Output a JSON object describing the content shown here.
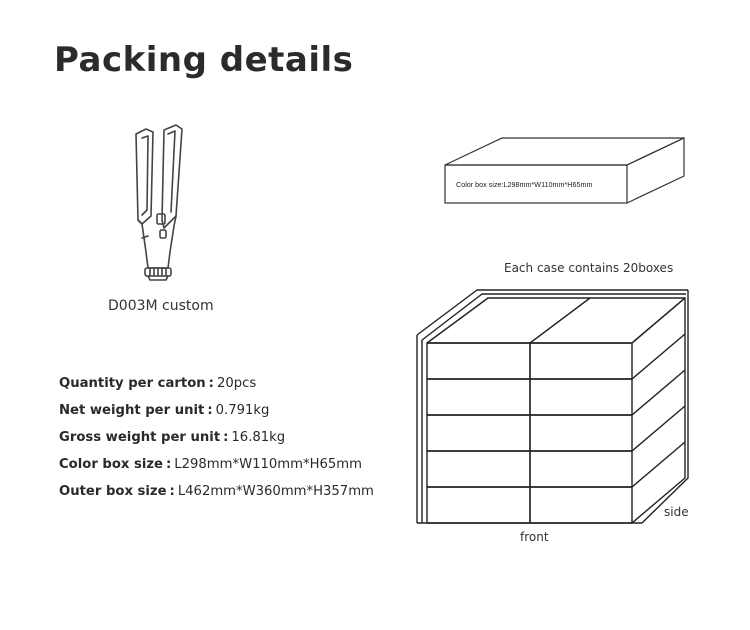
{
  "title": "Packing details",
  "product": {
    "label": "D003M custom",
    "icon": "hair-straightener-icon"
  },
  "color_box": {
    "label": "Color box size:L298mm*W110mm*H65mm"
  },
  "case": {
    "caption": "Each case contains 20boxes",
    "front_label": "front",
    "side_label": "side"
  },
  "specs": [
    {
      "key": "Quantity per carton",
      "sep": ":",
      "value": "20pcs"
    },
    {
      "key": "Net weight per unit",
      "sep": ":",
      "value": "0.791kg"
    },
    {
      "key": "Gross weight per unit",
      "sep": ":",
      "value": "16.81kg"
    },
    {
      "key": "Color box size",
      "sep": ":",
      "value": "L298mm*W110mm*H65mm"
    },
    {
      "key": "Outer box size",
      "sep": ":",
      "value": "L462mm*W360mm*H357mm"
    }
  ]
}
